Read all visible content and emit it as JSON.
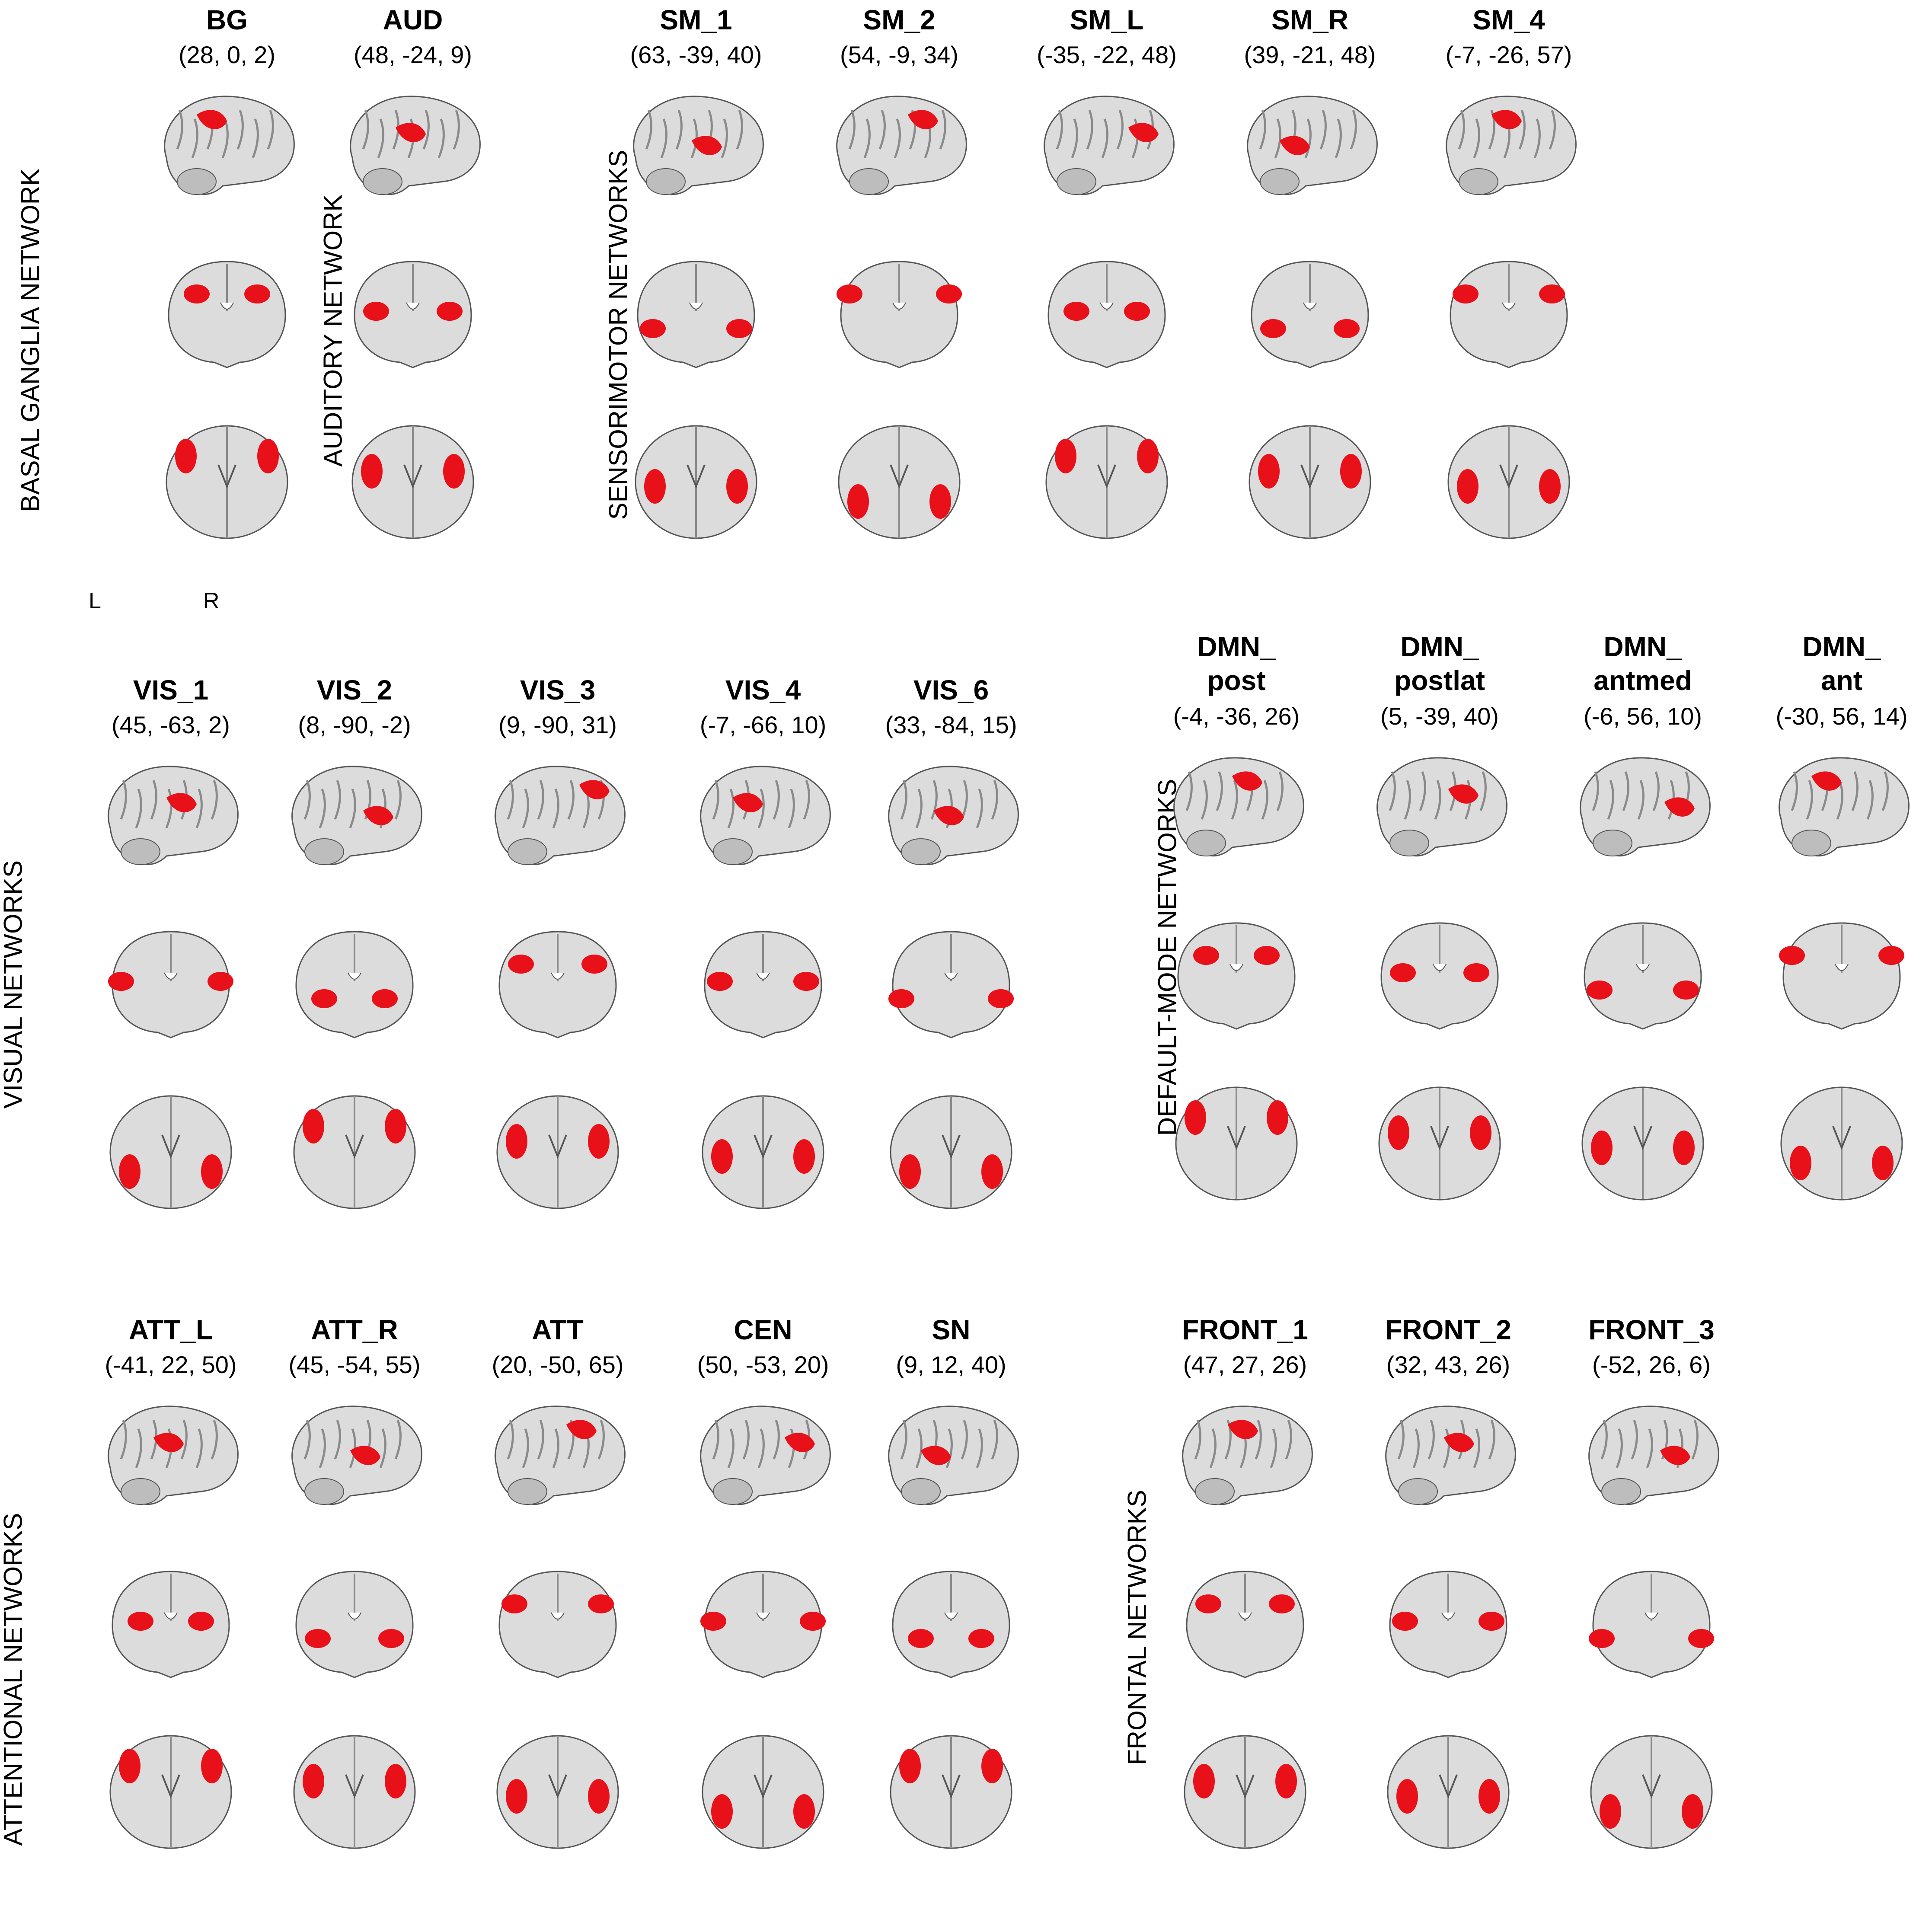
{
  "colors": {
    "activation": "#e8111a",
    "brain_light": "#dcdcdc",
    "brain_dark": "#8a8a8a",
    "outline": "#555555"
  },
  "orientation": {
    "left": "L",
    "right": "R"
  },
  "groups": [
    {
      "label": "BASAL GANGLIA NETWORK"
    },
    {
      "label": "AUDITORY NETWORK"
    },
    {
      "label": "SENSORIMOTOR NETWORKS"
    },
    {
      "label": "VISUAL NETWORKS"
    },
    {
      "label": "DEFAULT-MODE NETWORKS"
    },
    {
      "label": "ATTENTIONAL NETWORKS"
    },
    {
      "label": "FRONTAL NETWORKS"
    }
  ],
  "networks": [
    {
      "name": "BG",
      "coords": "(28, 0, 2)"
    },
    {
      "name": "AUD",
      "coords": "(48, -24, 9)"
    },
    {
      "name": "SM_1",
      "coords": "(63, -39, 40)"
    },
    {
      "name": "SM_2",
      "coords": "(54, -9, 34)"
    },
    {
      "name": "SM_L",
      "coords": "(-35, -22, 48)"
    },
    {
      "name": "SM_R",
      "coords": "(39, -21, 48)"
    },
    {
      "name": "SM_4",
      "coords": "(-7, -26, 57)"
    },
    {
      "name": "VIS_1",
      "coords": "(45, -63, 2)"
    },
    {
      "name": "VIS_2",
      "coords": "(8, -90, -2)"
    },
    {
      "name": "VIS_3",
      "coords": "(9, -90, 31)"
    },
    {
      "name": "VIS_4",
      "coords": "(-7, -66, 10)"
    },
    {
      "name": "VIS_6",
      "coords": "(33, -84, 15)"
    },
    {
      "name_line1": "DMN_",
      "name_line2": "post",
      "coords": "(-4, -36, 26)"
    },
    {
      "name_line1": "DMN_",
      "name_line2": "postlat",
      "coords": "(5, -39, 40)"
    },
    {
      "name_line1": "DMN_",
      "name_line2": "antmed",
      "coords": "(-6, 56, 10)"
    },
    {
      "name_line1": "DMN_",
      "name_line2": "ant",
      "coords": "(-30, 56, 14)"
    },
    {
      "name": "ATT_L",
      "coords": "(-41, 22, 50)"
    },
    {
      "name": "ATT_R",
      "coords": "(45, -54, 55)"
    },
    {
      "name": "ATT",
      "coords": "(20, -50, 65)"
    },
    {
      "name": "CEN",
      "coords": "(50, -53, 20)"
    },
    {
      "name": "SN",
      "coords": "(9, 12, 40)"
    },
    {
      "name": "FRONT_1",
      "coords": "(47, 27, 26)"
    },
    {
      "name": "FRONT_2",
      "coords": "(32, 43, 26)"
    },
    {
      "name": "FRONT_3",
      "coords": "(-52, 26, 6)"
    }
  ]
}
